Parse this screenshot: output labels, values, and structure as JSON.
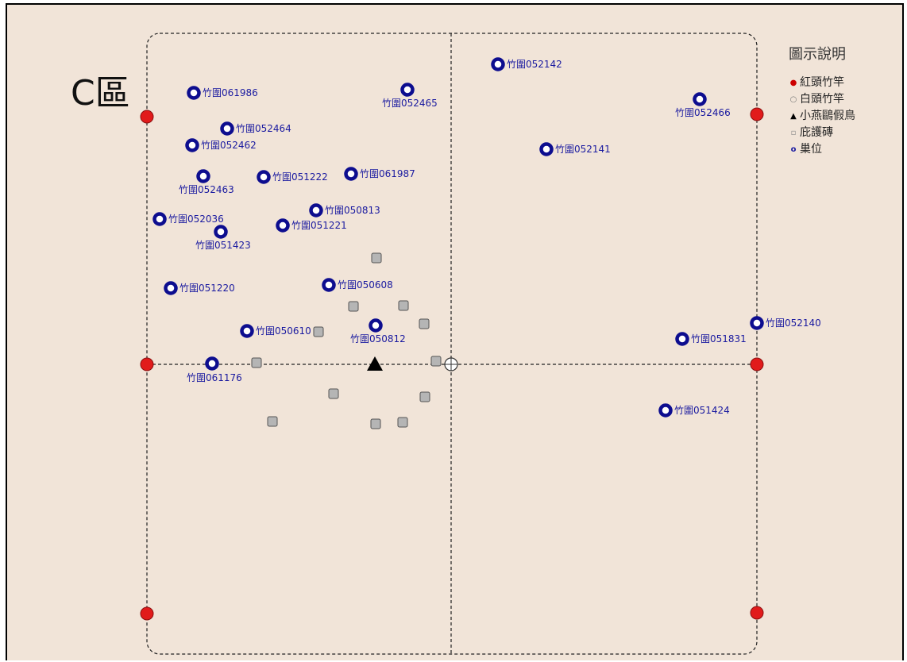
{
  "zone": {
    "title": "C區"
  },
  "legend": {
    "title": "圖示說明",
    "items": [
      {
        "icon": "red-pole-icon",
        "symbol": "●",
        "color": "#cc0000",
        "label": "紅頭竹竿"
      },
      {
        "icon": "white-pole-icon",
        "symbol": "○",
        "color": "#777777",
        "label": "白頭竹竿"
      },
      {
        "icon": "decoy-icon",
        "symbol": "▲",
        "color": "#000000",
        "label": "小燕鷗假鳥"
      },
      {
        "icon": "shelter-tile-icon",
        "symbol": "▫",
        "color": "#888888",
        "label": "庇護磚"
      },
      {
        "icon": "nest-icon",
        "symbol": "o",
        "color": "#1a1aa0",
        "label": "巢位"
      }
    ]
  },
  "colors": {
    "background": "#f1e4d8",
    "red_pole": "#e11b1b",
    "nest": "#0d0d8f",
    "nest_label": "#1a1aa0",
    "tile_fill": "#b5b5b5",
    "tile_stroke": "#555555"
  },
  "nests": [
    {
      "id": "竹圍061986"
    },
    {
      "id": "竹圍052465"
    },
    {
      "id": "竹圍052142"
    },
    {
      "id": "竹圍052466"
    },
    {
      "id": "竹圍052464"
    },
    {
      "id": "竹圍052462"
    },
    {
      "id": "竹圍052141"
    },
    {
      "id": "竹圍052463"
    },
    {
      "id": "竹圍051222"
    },
    {
      "id": "竹圍061987"
    },
    {
      "id": "竹圍050813"
    },
    {
      "id": "竹圍052036"
    },
    {
      "id": "竹圍051221"
    },
    {
      "id": "竹圍051423"
    },
    {
      "id": "竹圍051220"
    },
    {
      "id": "竹圍050608"
    },
    {
      "id": "竹圍050610"
    },
    {
      "id": "竹圍050812"
    },
    {
      "id": "竹圍052140"
    },
    {
      "id": "竹圍051831"
    },
    {
      "id": "竹圍061176"
    },
    {
      "id": "竹圍051424"
    }
  ]
}
